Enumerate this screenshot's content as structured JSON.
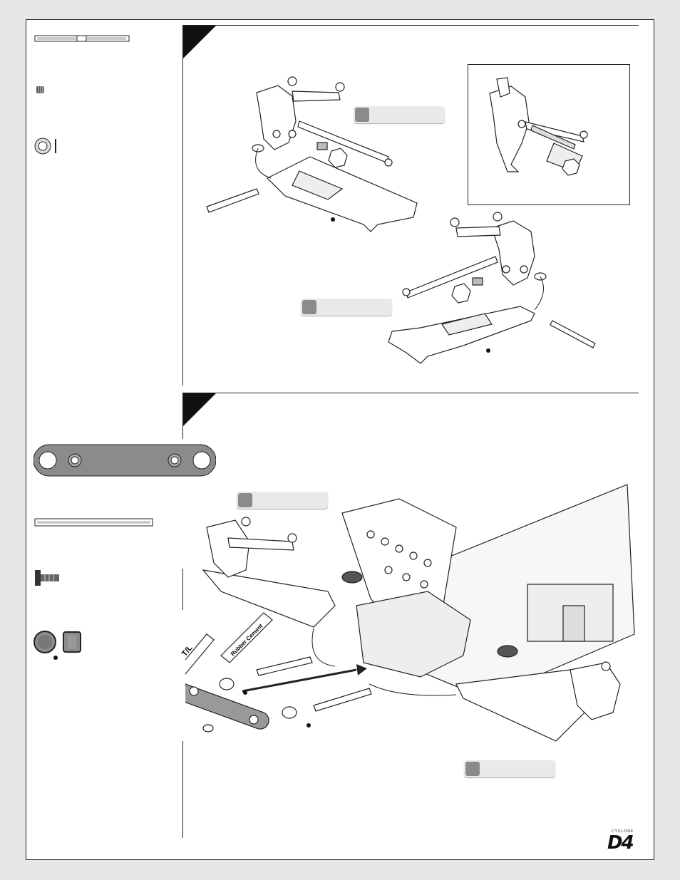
{
  "tubes": {
    "threadlock": "T/L",
    "rubber_cement": "Rubber Cement"
  },
  "logo": {
    "model": "D4",
    "brand": "CYCLONE"
  },
  "colors": {
    "background": "#e6e7e8",
    "line": "#222222",
    "part_fill": "#8a8b8d",
    "label_fill": "#e8e9ea"
  },
  "icons": [
    "step-triangle-icon",
    "set-screw-icon",
    "washer-icon",
    "flat-head-screw-icon",
    "pivot-ball-icon",
    "hex-wrench-icon"
  ]
}
